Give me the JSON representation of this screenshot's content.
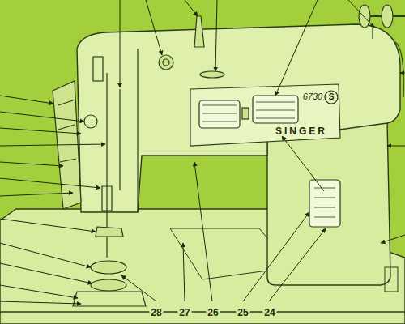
{
  "diagram": {
    "labels": [
      "SINGER",
      "6730",
      "S",
      "28",
      "27",
      "26",
      "25",
      "24"
    ]
  }
}
